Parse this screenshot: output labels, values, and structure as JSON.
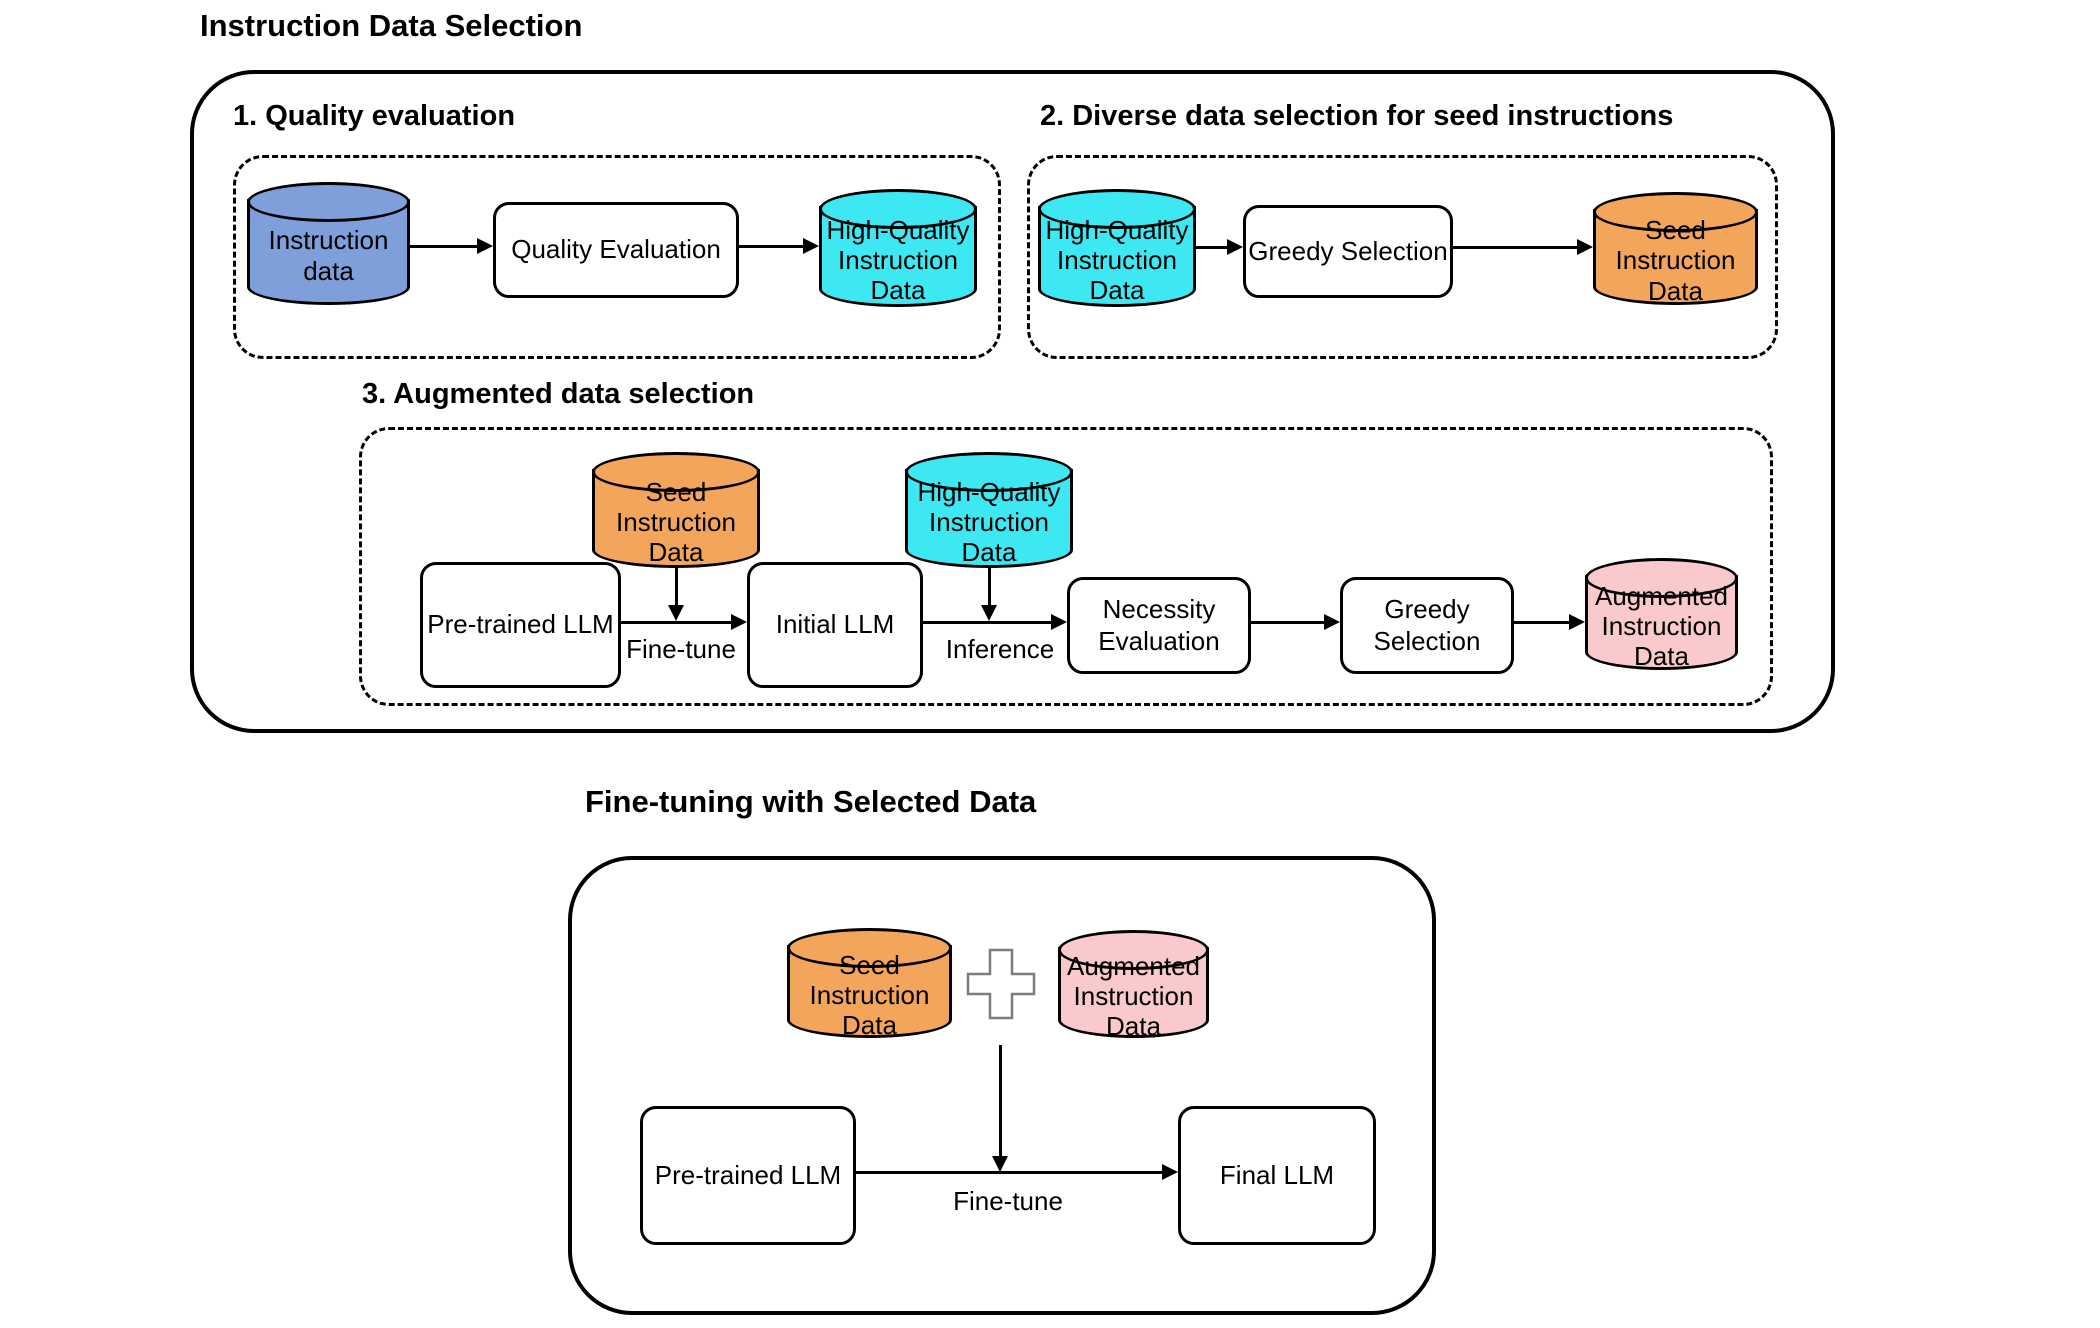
{
  "colors": {
    "instruction_blue": "#7E9FD9",
    "high_quality_cyan": "#3DE8F2",
    "seed_orange": "#F4A55C",
    "augmented_pink": "#F9C9CB"
  },
  "instruction_data_selection": {
    "title": "Instruction Data Selection",
    "quality_evaluation": {
      "heading": "1. Quality evaluation",
      "instruction_data_cylinder": {
        "lines": [
          "Instruction",
          "data"
        ]
      },
      "quality_evaluation_box": "Quality Evaluation",
      "high_quality_cylinder": {
        "lines": [
          "High-Quality",
          "Instruction",
          "Data"
        ]
      }
    },
    "diverse_data_selection": {
      "heading": "2. Diverse data selection for seed instructions",
      "high_quality_cylinder": {
        "lines": [
          "High-Quality",
          "Instruction",
          "Data"
        ]
      },
      "greedy_selection_box": "Greedy Selection",
      "seed_instruction_cylinder": {
        "lines": [
          "Seed",
          "Instruction",
          "Data"
        ]
      }
    },
    "augmented_data_selection": {
      "heading": "3. Augmented data selection",
      "seed_instruction_cylinder": {
        "lines": [
          "Seed",
          "Instruction",
          "Data"
        ]
      },
      "high_quality_cylinder": {
        "lines": [
          "High-Quality",
          "Instruction",
          "Data"
        ]
      },
      "pretrained_llm_box": "Pre-trained LLM",
      "finetune_label": "Fine-tune",
      "initial_llm_box": "Initial LLM",
      "inference_label": "Inference",
      "necessity_evaluation_box": {
        "lines": [
          "Necessity",
          "Evaluation"
        ]
      },
      "greedy_selection_box": {
        "lines": [
          "Greedy",
          "Selection"
        ]
      },
      "augmented_instruction_cylinder": {
        "lines": [
          "Augmented",
          "Instruction",
          "Data"
        ]
      }
    }
  },
  "fine_tuning": {
    "title": "Fine-tuning with Selected Data",
    "seed_instruction_cylinder": {
      "lines": [
        "Seed",
        "Instruction",
        "Data"
      ]
    },
    "augmented_instruction_cylinder": {
      "lines": [
        "Augmented",
        "Instruction",
        "Data"
      ]
    },
    "pretrained_llm_box": "Pre-trained LLM",
    "finetune_label": "Fine-tune",
    "final_llm_box": "Final LLM"
  }
}
